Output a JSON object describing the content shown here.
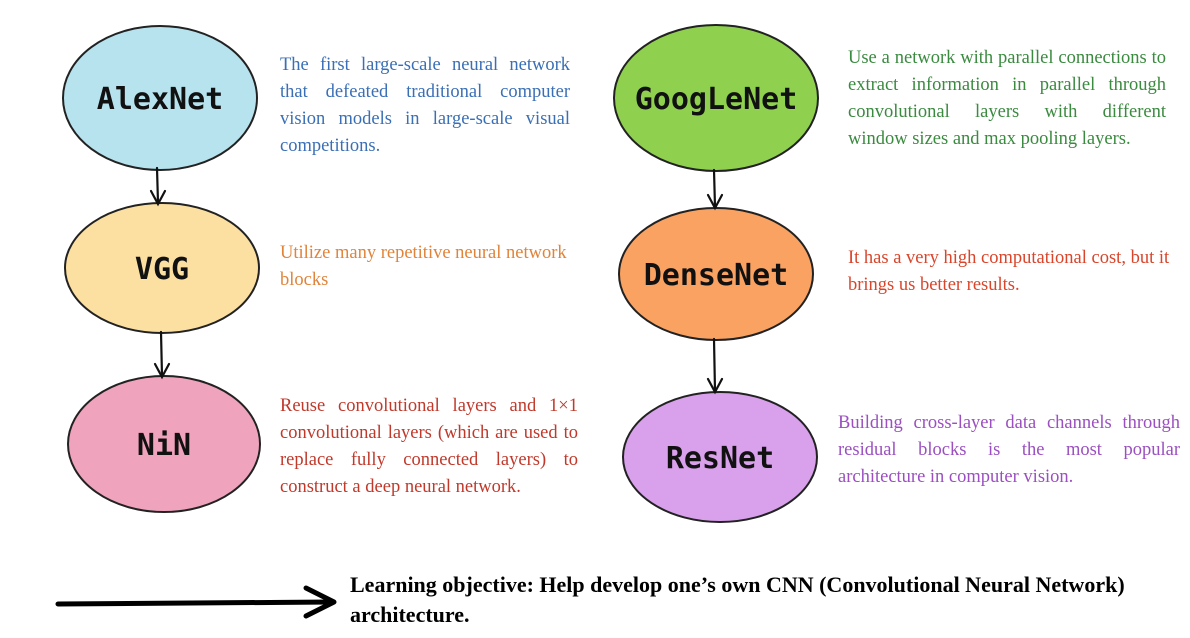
{
  "left_column": {
    "nodes": [
      {
        "label": "AlexNet",
        "fill": "#b7e3ee",
        "desc": "The first large-scale neural network that defeated traditional computer vision models in large-scale visual competitions.",
        "desc_color": "#3a6fb5"
      },
      {
        "label": "VGG",
        "fill": "#fbe0a2",
        "desc": "Utilize many repetitive neural network blocks",
        "desc_color": "#e0843a"
      },
      {
        "label": "NiN",
        "fill": "#efa3bd",
        "desc": "Reuse convolutional layers and 1×1 convolutional layers (which are used to replace fully connected layers) to construct a deep neural network.",
        "desc_color": "#c0392b"
      }
    ]
  },
  "right_column": {
    "nodes": [
      {
        "label": "GoogLeNet",
        "fill": "#8fd14f",
        "desc": "Use a network with parallel connections to extract information in parallel through convolutional layers with different window sizes and max pooling layers.",
        "desc_color": "#3a8a3f"
      },
      {
        "label": "DenseNet",
        "fill": "#f9a262",
        "desc": "It has a very high computational cost, but it brings us better results.",
        "desc_color": "#d9452b"
      },
      {
        "label": "ResNet",
        "fill": "#d9a0ec",
        "desc": "Building cross-layer data channels through residual blocks is the most popular architecture in computer vision.",
        "desc_color": "#9b4fc0"
      }
    ]
  },
  "objective": {
    "text": "Learning objective: Help develop one’s own CNN (Convolutional Neural Network) architecture."
  },
  "colors": {
    "stroke": "#222222",
    "arrow": "#000000"
  }
}
